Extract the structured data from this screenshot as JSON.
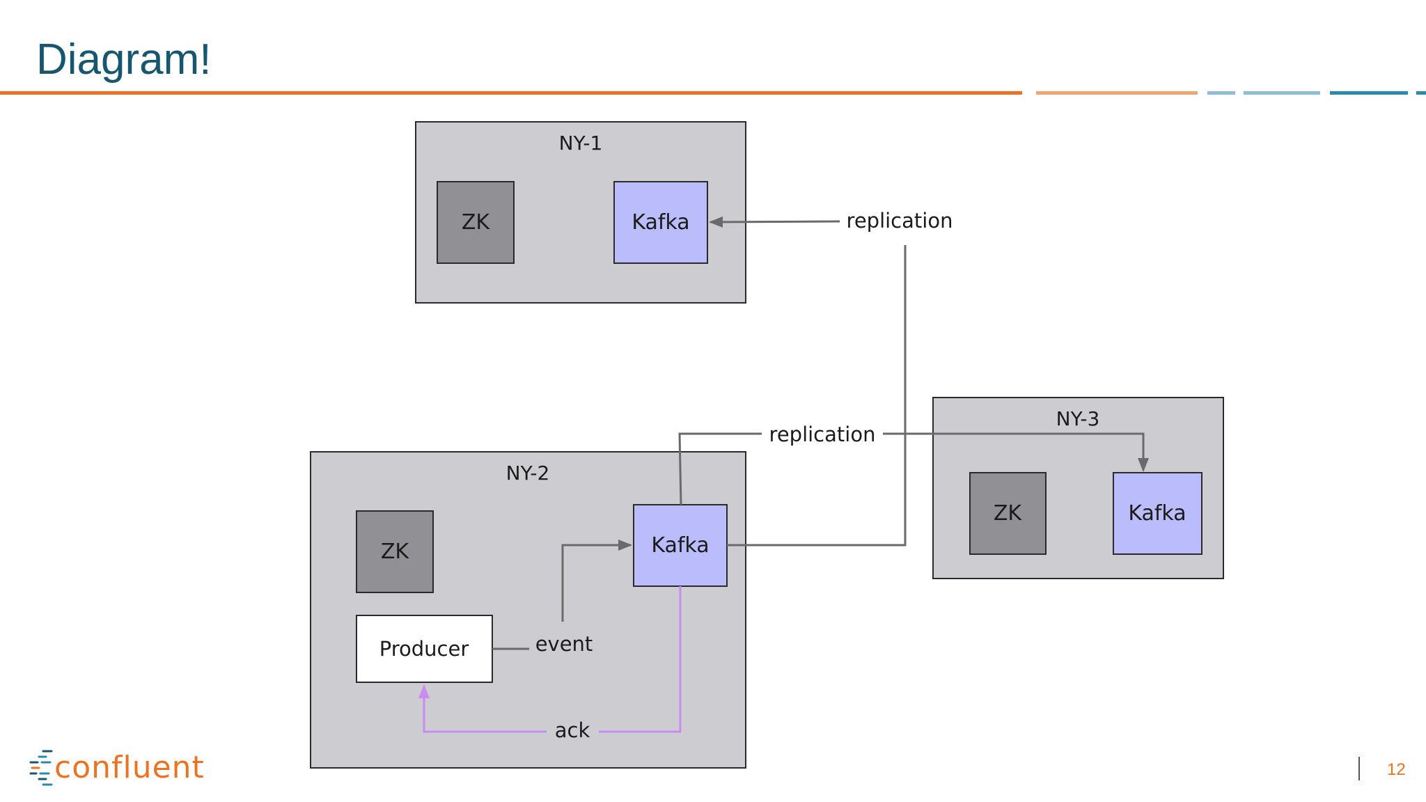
{
  "slide": {
    "title": "Diagram!",
    "page_number": "12"
  },
  "colors": {
    "title": "#17566e",
    "accent_orange": "#ea7324",
    "accent_light_orange": "#f2a574",
    "accent_light_blue": "#8fbcd6",
    "accent_teal": "#2a8aae",
    "region_fill": "#cdccd0",
    "zk_fill": "#919094",
    "kafka_fill": "#babcfb",
    "producer_fill": "#ffffff",
    "connector": "#6a6a6a",
    "ack_connector": "#c98bf2"
  },
  "logo": {
    "text": "confluent",
    "icon": "confluent-logo-icon"
  },
  "diagram": {
    "regions": [
      {
        "id": "ny1",
        "label": "NY-1",
        "zk_label": "ZK",
        "kafka_label": "Kafka"
      },
      {
        "id": "ny2",
        "label": "NY-2",
        "zk_label": "ZK",
        "kafka_label": "Kafka",
        "producer_label": "Producer"
      },
      {
        "id": "ny3",
        "label": "NY-3",
        "zk_label": "ZK",
        "kafka_label": "Kafka"
      }
    ],
    "flows": {
      "replication_to_ny1": "replication",
      "replication_to_ny3": "replication",
      "event": "event",
      "ack": "ack"
    }
  }
}
